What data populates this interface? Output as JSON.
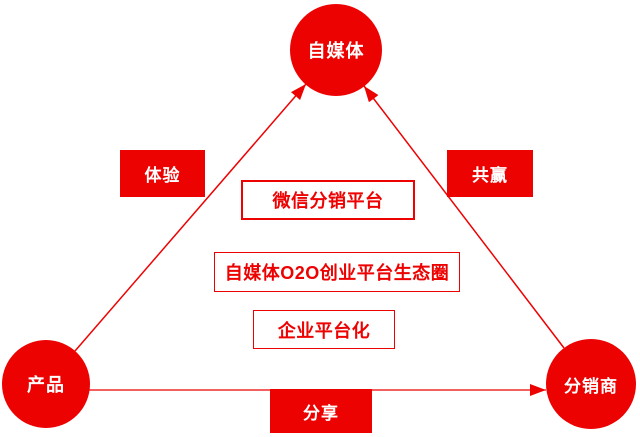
{
  "colors": {
    "red": "#ed0202",
    "text_on_red": "#ffffff",
    "background": "#ffffff"
  },
  "nodes": {
    "top": {
      "label": "自媒体"
    },
    "left": {
      "label": "产品"
    },
    "right": {
      "label": "分销商"
    }
  },
  "edge_labels": {
    "left": "体验",
    "right": "共赢",
    "bottom": "分享"
  },
  "center_boxes": [
    {
      "label": "微信分销平台"
    },
    {
      "label": "自媒体O2O创业平台生态圈"
    },
    {
      "label": "企业平台化"
    }
  ]
}
